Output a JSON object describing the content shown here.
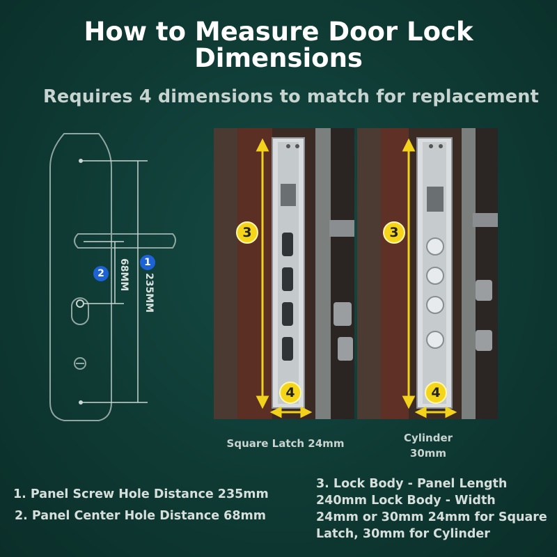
{
  "title_line1": "How to Measure Door Lock",
  "title_line2": "Dimensions",
  "subtitle": "Requires 4 dimensions to match for replacement",
  "panel_diagram": {
    "badge_1": "1",
    "badge_2": "2",
    "dim_68": "68MM",
    "dim_235": "235MM"
  },
  "photos": [
    {
      "caption": "Square Latch 24mm",
      "badge_3": "3",
      "badge_4": "4"
    },
    {
      "caption_line1": "Cylinder",
      "caption_line2": "30mm",
      "badge_3": "3",
      "badge_4": "4"
    }
  ],
  "specs": {
    "item1": "1. Panel Screw Hole Distance 235mm",
    "item2": "2. Panel Center Hole Distance 68mm",
    "item3_line1": "3. Lock Body - Panel Length",
    "item3_line2": "240mm  Lock Body - Width",
    "item3_line3": "24mm or 30mm 24mm for Square",
    "item3_line4": "Latch, 30mm for Cylinder"
  },
  "colors": {
    "background": "#0f3a34",
    "badge_blue": "#1e63d6",
    "badge_yellow": "#f4d51a",
    "arrow_yellow": "#f2d21b"
  }
}
